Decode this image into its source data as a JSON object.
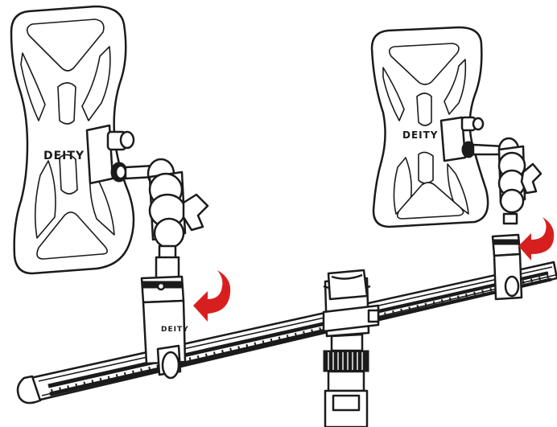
{
  "scene": {
    "brand_mark_left": "DEITY",
    "brand_mark_right": "DEITY",
    "bar_label": "DEITY",
    "accent_color": "#d81f1f",
    "line_color": "#1b1b1b",
    "background_color": "#ffffff"
  }
}
